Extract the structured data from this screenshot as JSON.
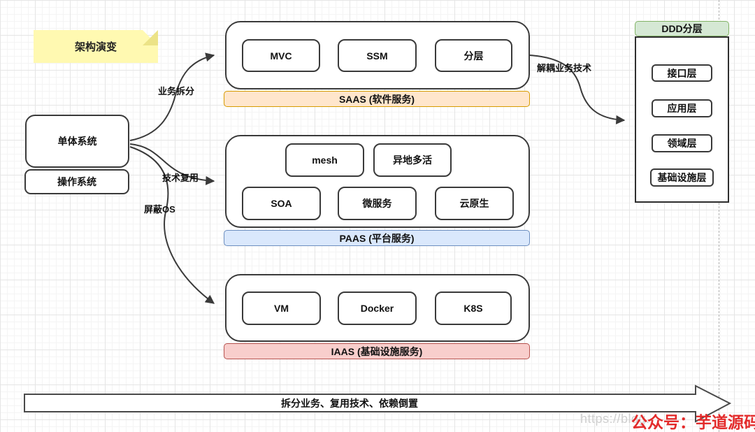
{
  "note": {
    "label": "架构演变"
  },
  "source": {
    "monolith": "单体系统",
    "os": "操作系统"
  },
  "edges": {
    "to_saas": "业务拆分",
    "to_paas": "技术复用",
    "to_iaas": "屏蔽OS",
    "to_ddd": "解耦业务技术"
  },
  "saas": {
    "banner": "SAAS (软件服务)",
    "items": [
      "MVC",
      "SSM",
      "分层"
    ]
  },
  "paas": {
    "banner": "PAAS (平台服务)",
    "row1": [
      "mesh",
      "异地多活"
    ],
    "row2": [
      "SOA",
      "微服务",
      "云原生"
    ]
  },
  "iaas": {
    "banner": "IAAS (基础设施服务)",
    "items": [
      "VM",
      "Docker",
      "K8S"
    ]
  },
  "ddd": {
    "header": "DDD分层",
    "layers": [
      "接口层",
      "应用层",
      "领域层",
      "基础设施层"
    ]
  },
  "bottom_arrow": {
    "label": "拆分业务、复用技术、依赖倒置"
  },
  "footer": {
    "watermark": "https://blog.",
    "credit": "公众号：芋道源码"
  },
  "colors": {
    "saas_fill": "#FFE6CC",
    "saas_border": "#D79B00",
    "paas_fill": "#DAE8FC",
    "paas_border": "#6C8EBF",
    "iaas_fill": "#F8CECC",
    "iaas_border": "#B85450",
    "ddd_fill": "#D5E8D4",
    "ddd_border": "#82B366",
    "note_fill": "#FFF9B1",
    "credit_red": "#E32B2B"
  }
}
